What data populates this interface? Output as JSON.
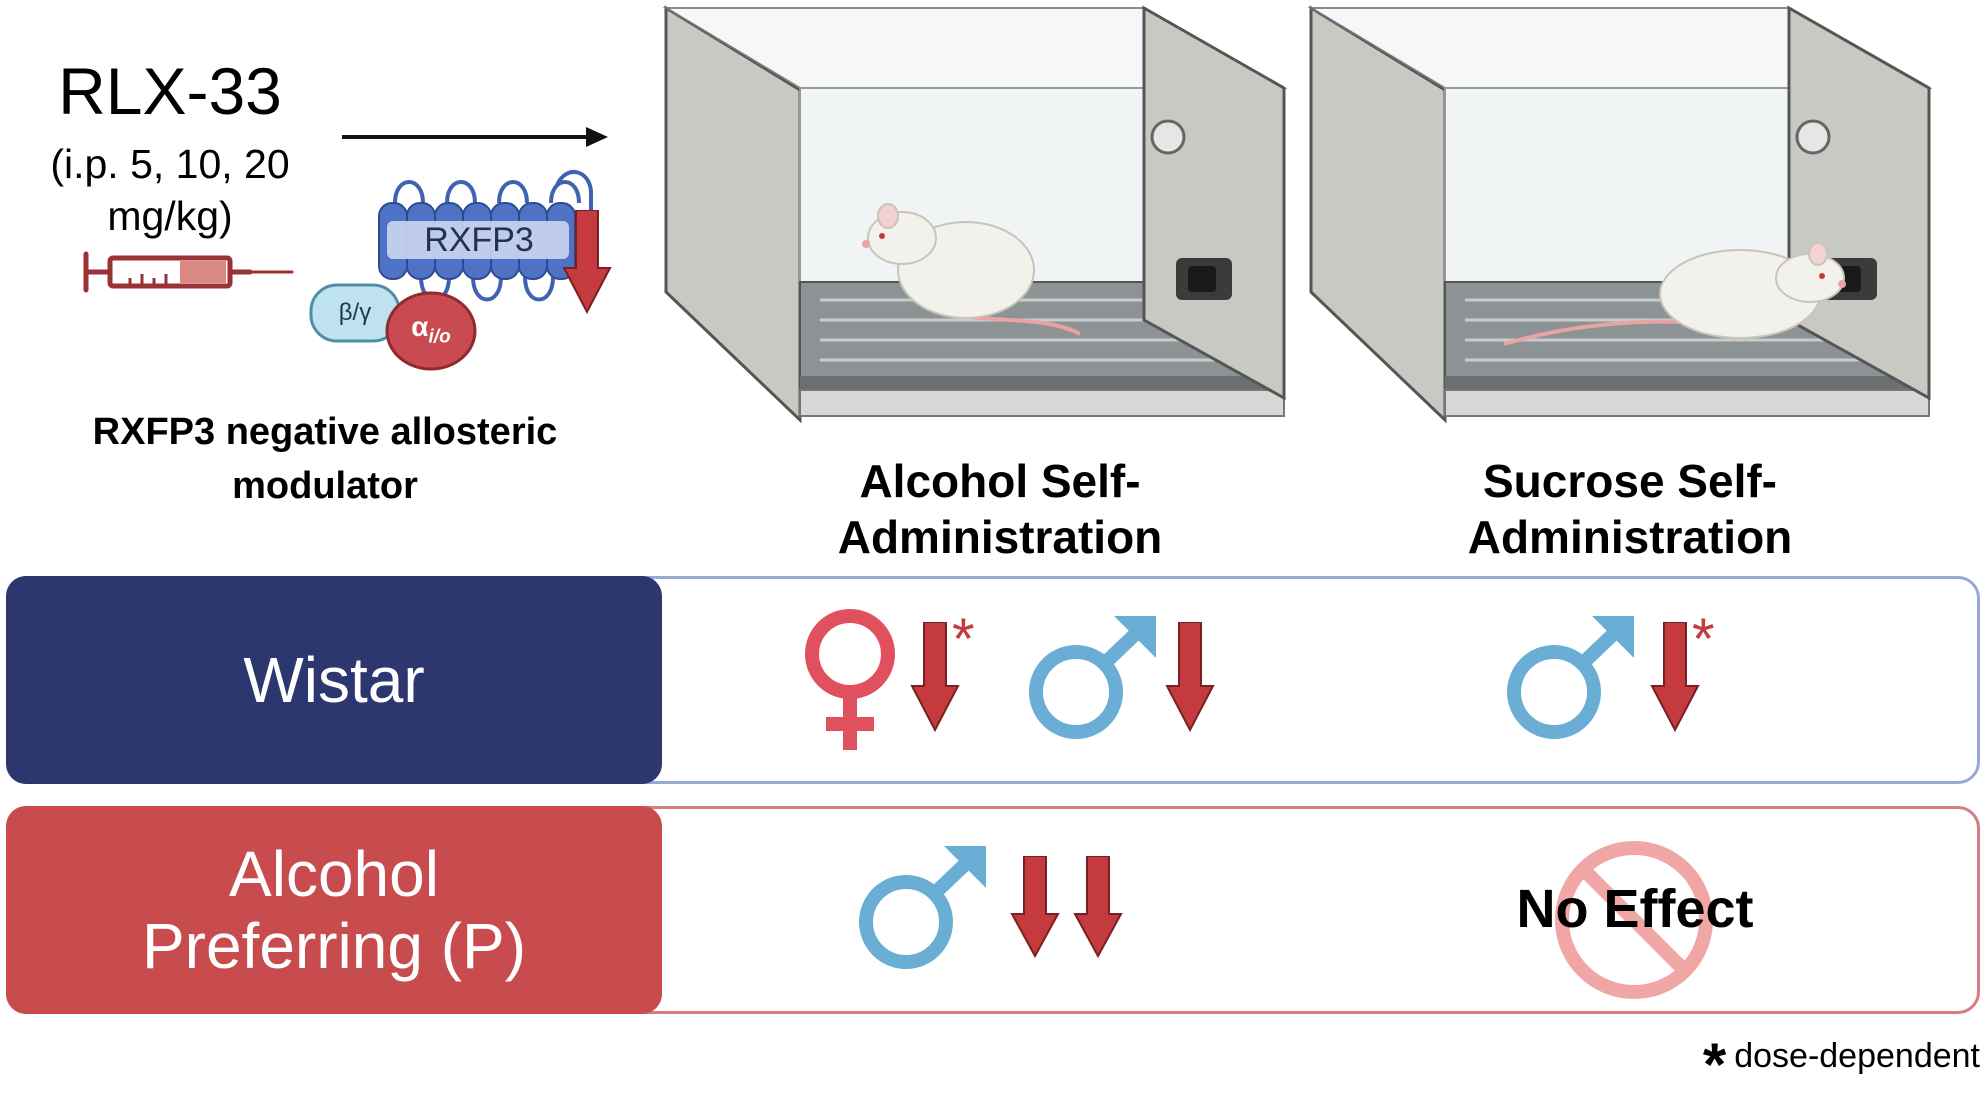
{
  "drug": {
    "name": "RLX-33",
    "dose_line1": "(i.p. 5, 10, 20",
    "dose_line2": "mg/kg)",
    "class_line1": "RXFP3 negative allosteric",
    "class_line2": "modulator"
  },
  "receptor": {
    "name": "RXFP3",
    "beta_gamma": "β/γ",
    "alpha_base": "α",
    "alpha_sub": "i/o"
  },
  "conditions": {
    "alcohol_line1": "Alcohol Self-",
    "alcohol_line2": "Administration",
    "sucrose_line1": "Sucrose Self-",
    "sucrose_line2": "Administration"
  },
  "rows": {
    "wistar": {
      "label": "Wistar"
    },
    "p": {
      "label_line1": "Alcohol",
      "label_line2": "Preferring (P)"
    }
  },
  "results": {
    "no_effect": "No Effect",
    "asterisk": "*"
  },
  "note": {
    "symbol": "*",
    "text": "dose-dependent"
  },
  "colors": {
    "wistar_navy": "#2b376e",
    "p_red": "#c84c4e",
    "female": "#e0505e",
    "male": "#6aaed6",
    "arrow": "#c43a3f",
    "syringe": "#9a3236",
    "receptor_blue": "#3f63b0",
    "cage_gray": "#c9c9c4"
  },
  "icons": [
    "syringe-icon",
    "receptor-icon",
    "down-arrow-icon",
    "female-symbol-icon",
    "male-symbol-icon",
    "no-sign-icon",
    "cage-icon",
    "rat-icon"
  ]
}
